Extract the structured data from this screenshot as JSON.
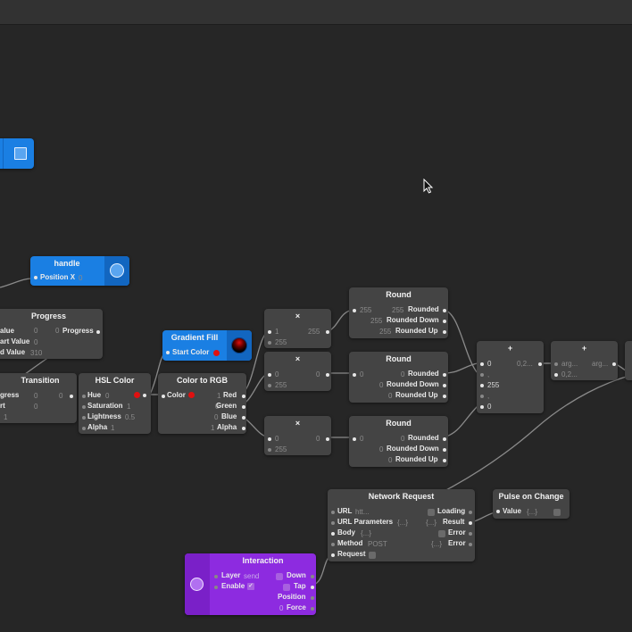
{
  "colors": {
    "canvas": "#262626",
    "node": "#444444",
    "blue": "#1a7fe3",
    "purple": "#8d2be0",
    "wire": "#8a8a8a"
  },
  "nodes": {
    "handle": {
      "title": "handle",
      "position_x_label": "Position X",
      "position_x_value": "0"
    },
    "progress": {
      "title": "Progress",
      "value_label": "alue",
      "value_val": "0",
      "progress_out": "Progress",
      "progress_out_val": "0",
      "start_value_label": "art Value",
      "start_value_val": "0",
      "end_value_label": "d Value",
      "end_value_val": "310"
    },
    "transition": {
      "title": "Transition",
      "progress_label": "gress",
      "progress_val": "0",
      "start_label": "rt",
      "start_val": "0",
      "end_val": "1"
    },
    "hsl": {
      "title": "HSL Color",
      "hue": "Hue",
      "hue_val": "0",
      "saturation": "Saturation",
      "saturation_val": "1",
      "lightness": "Lightness",
      "lightness_val": "0.5",
      "alpha": "Alpha",
      "alpha_val": "1"
    },
    "gradient": {
      "title": "Gradient Fill",
      "start_color": "Start Color"
    },
    "color_to_rgb": {
      "title": "Color to RGB",
      "color": "Color",
      "red": "Red",
      "red_val": "1",
      "green": "Green",
      "green_val": "0",
      "blue": "Blue",
      "blue_val": "0",
      "alpha": "Alpha",
      "alpha_val": "1"
    },
    "mult1": {
      "title": "×",
      "in1": "1",
      "in2": "255",
      "out": "255"
    },
    "mult2": {
      "title": "×",
      "in1": "0",
      "in2": "255",
      "out": "0"
    },
    "mult3": {
      "title": "×",
      "in1": "0",
      "in2": "255",
      "out": "0"
    },
    "round1": {
      "title": "Round",
      "in": "255",
      "rounded": "Rounded",
      "rounded_val": "255",
      "rounded_down": "Rounded Down",
      "rounded_down_val": "255",
      "rounded_up": "Rounded Up",
      "rounded_up_val": "255"
    },
    "round2": {
      "title": "Round",
      "in": "0",
      "rounded": "Rounded",
      "rounded_val": "0",
      "rounded_down": "Rounded Down",
      "rounded_down_val": "0",
      "rounded_up": "Rounded Up",
      "rounded_up_val": "0"
    },
    "round3": {
      "title": "Round",
      "in": "0",
      "rounded": "Rounded",
      "rounded_val": "0",
      "rounded_down": "Rounded Down",
      "rounded_down_val": "0",
      "rounded_up": "Rounded Up",
      "rounded_up_val": "0"
    },
    "plus1": {
      "title": "+",
      "in1": "0",
      "out": "0,2...",
      "in2": ",",
      "in3": "255",
      "in4": ",",
      "in5": "0"
    },
    "plus2": {
      "title": "+",
      "in1": "arg...",
      "out": "arg...",
      "in2": "0,2..."
    },
    "network": {
      "title": "Network Request",
      "url": "URL",
      "url_val": "htt...",
      "url_params": "URL Parameters",
      "url_params_val": "{...}",
      "body": "Body",
      "body_val": "{...}",
      "method": "Method",
      "method_val": "POST",
      "request": "Request",
      "loading": "Loading",
      "result": "Result",
      "result_val": "{...}",
      "error1": "Error",
      "error2": "Error",
      "error2_val": "{...}"
    },
    "pulse": {
      "title": "Pulse on Change",
      "value": "Value",
      "value_val": "{...}"
    },
    "interaction": {
      "title": "Interaction",
      "layer": "Layer",
      "layer_val": "send",
      "enable": "Enable",
      "down": "Down",
      "tap": "Tap",
      "position": "Position",
      "force": "Force",
      "force_val": "0"
    }
  }
}
